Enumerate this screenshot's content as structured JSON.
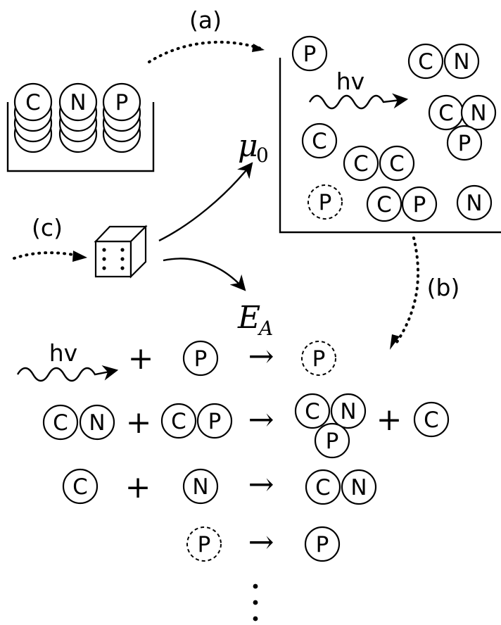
{
  "labels": {
    "a": "(a)",
    "b": "(b)",
    "c": "(c)",
    "hv": "hv",
    "mu": "μ",
    "mu_sub": "0",
    "ea": "E",
    "ea_sub": "A"
  },
  "symbols": {
    "plus": "+",
    "arrow": "→",
    "c": "C",
    "n": "N",
    "p": "P"
  }
}
